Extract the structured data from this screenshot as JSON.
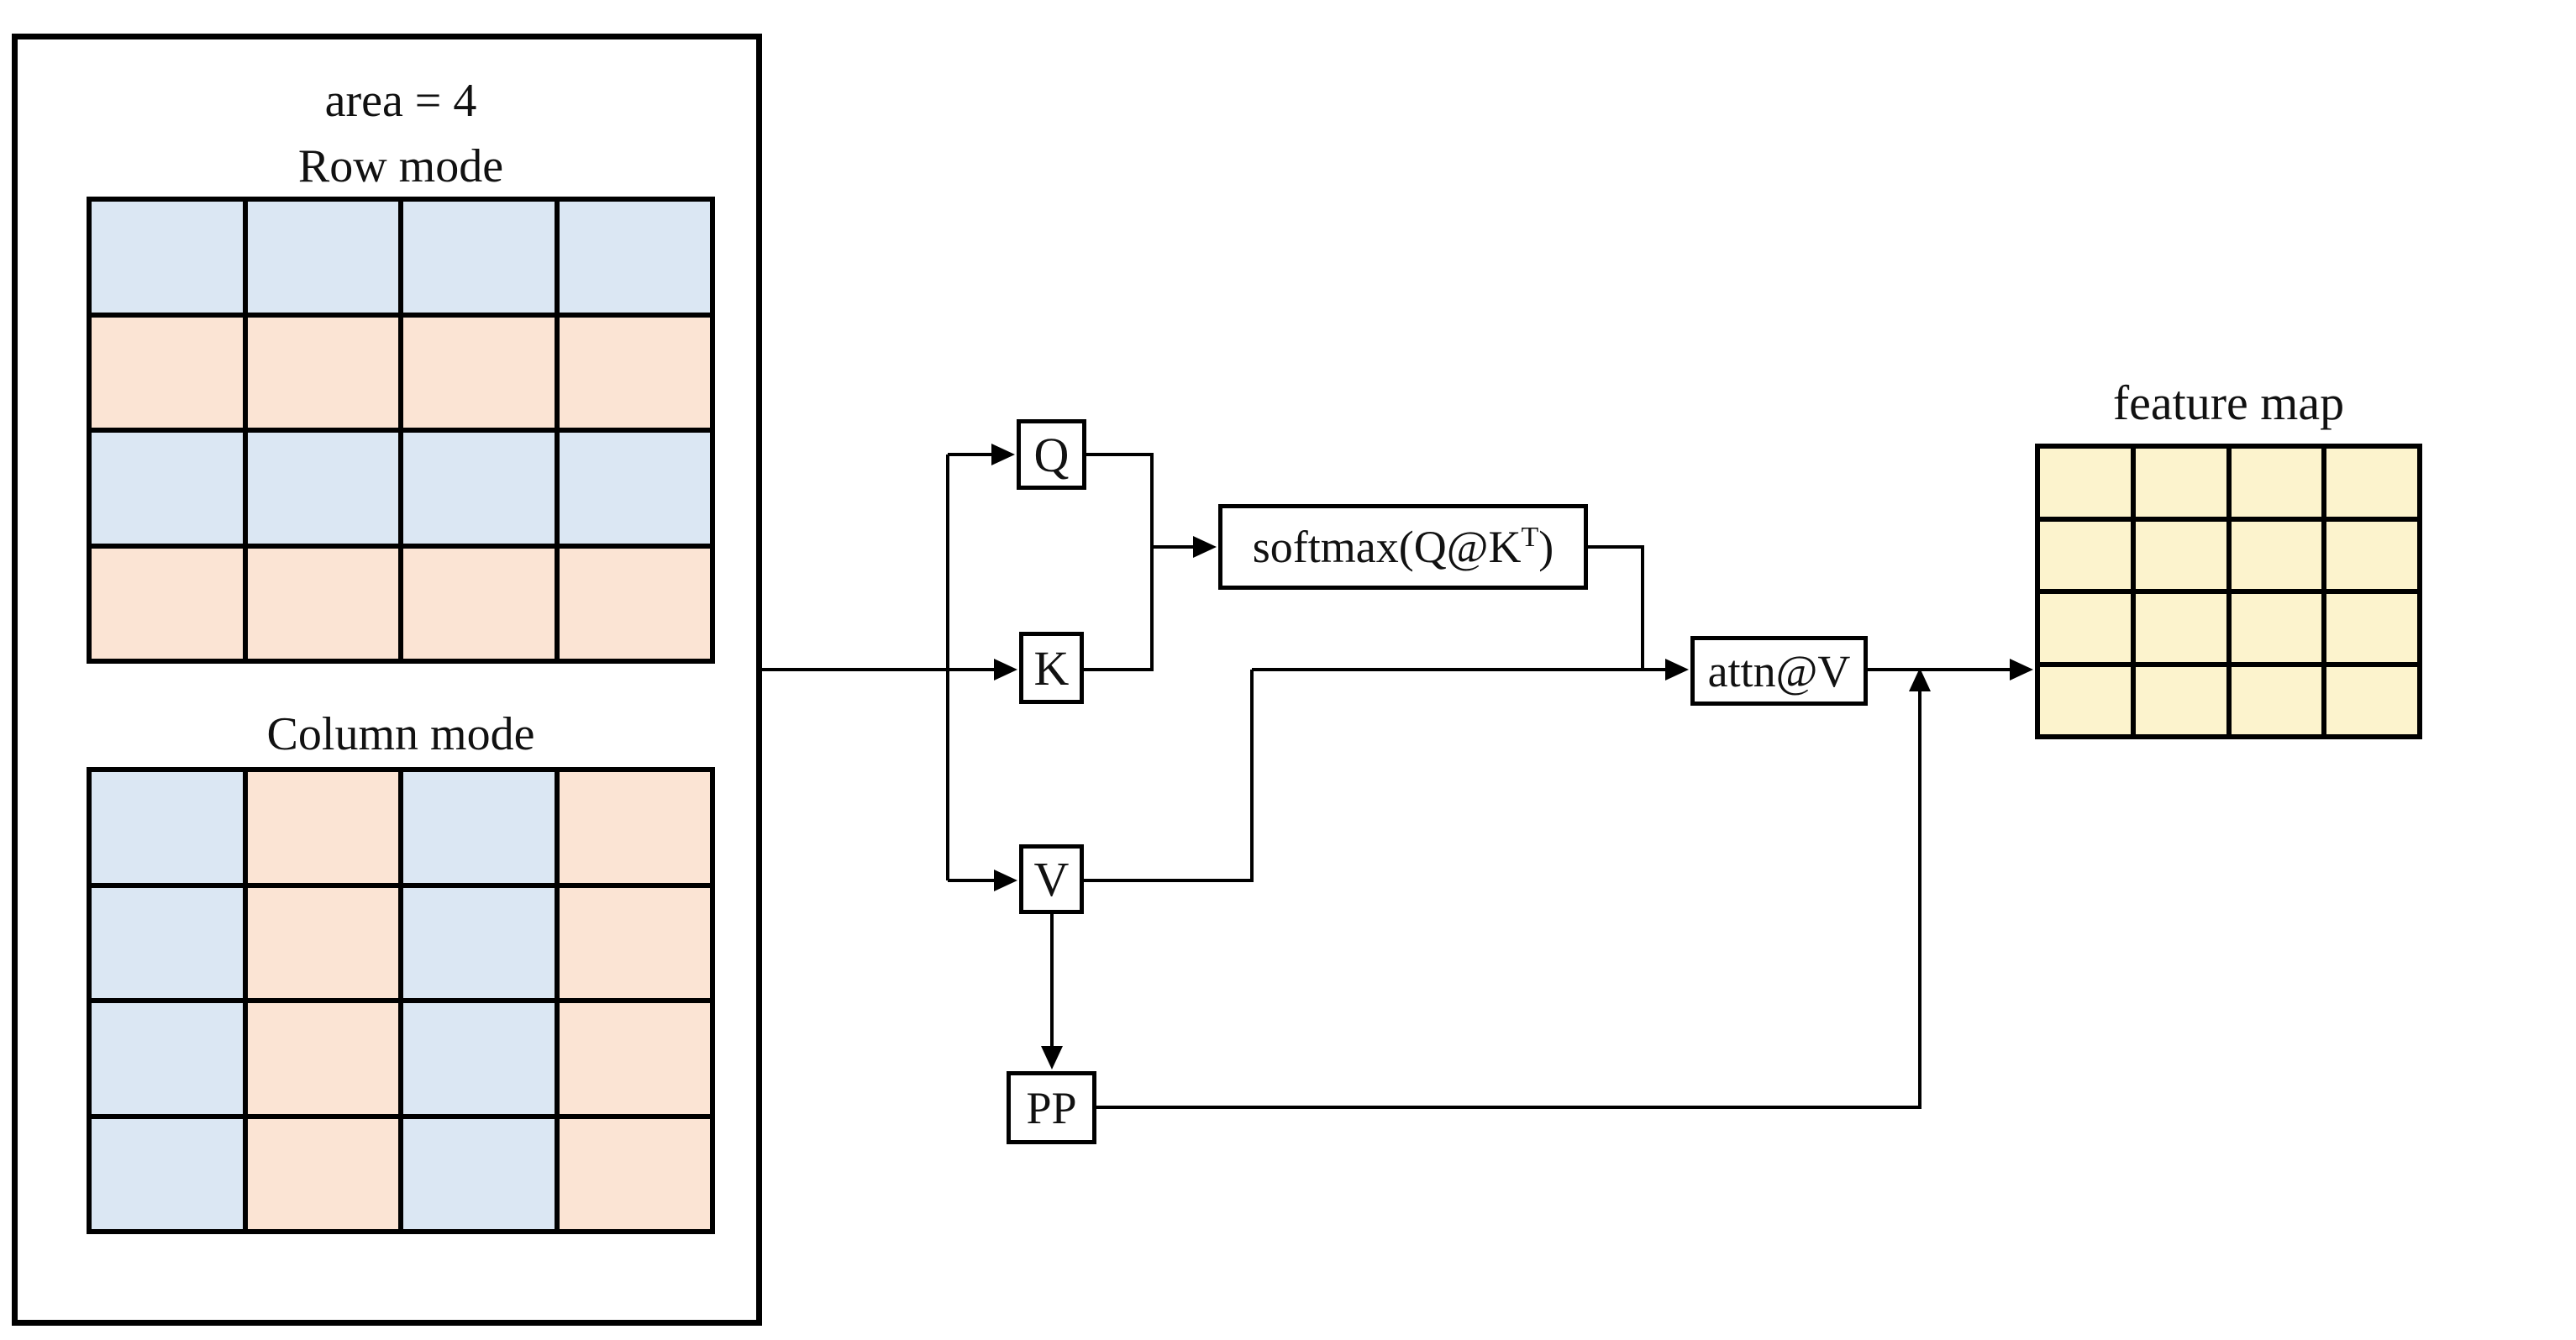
{
  "left_panel": {
    "area_label": "area = 4",
    "row_mode_label": "Row mode",
    "column_mode_label": "Column mode"
  },
  "grids": {
    "row_mode": {
      "rows": 4,
      "cols": 4,
      "mode": "row",
      "colors": [
        "blue",
        "peach",
        "blue",
        "peach"
      ]
    },
    "column_mode": {
      "rows": 4,
      "cols": 4,
      "mode": "column",
      "colors": [
        "blue",
        "peach",
        "blue",
        "peach"
      ]
    },
    "feature_map": {
      "rows": 4,
      "cols": 4,
      "mode": "fill",
      "fill": "yellow"
    }
  },
  "pipeline": {
    "q_label": "Q",
    "k_label": "K",
    "v_label": "V",
    "pp_label": "PP",
    "softmax_prefix": "softmax(Q@K",
    "softmax_sup": "T",
    "softmax_suffix": ")",
    "attn_label": "attn@V"
  },
  "feature_map": {
    "label": "feature map"
  },
  "palette": {
    "blue": "#dbe7f3",
    "peach": "#fbe4d4",
    "yellow": "#fcf3cd",
    "line": "#000000",
    "background": "#ffffff"
  }
}
